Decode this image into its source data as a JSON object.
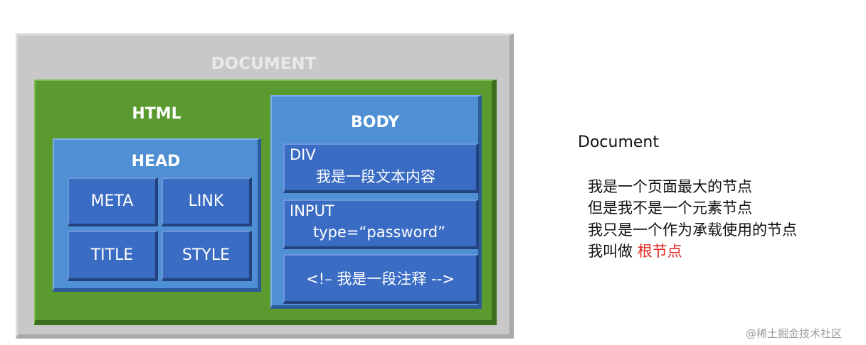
{
  "diagram": {
    "document_label": "DOCUMENT",
    "html_label": "HTML",
    "head": {
      "label": "HEAD",
      "items": [
        "META",
        "LINK",
        "TITLE",
        "STYLE"
      ]
    },
    "body": {
      "label": "BODY",
      "div": {
        "tag": "DIV",
        "text": "我是一段文本内容"
      },
      "input": {
        "tag": "INPUT",
        "attr": "type=“password”"
      },
      "comment": "<!– 我是一段注释 -->"
    }
  },
  "notes": {
    "title": "Document",
    "lines": [
      "我是一个页面最大的节点",
      "但是我不是一个元素节点",
      "我只是一个作为承载使用的节点"
    ],
    "last_prefix": "我叫做 ",
    "last_highlight": "根节点",
    "highlight_color": "#e2261f"
  },
  "watermark": "@稀土掘金技术社区"
}
